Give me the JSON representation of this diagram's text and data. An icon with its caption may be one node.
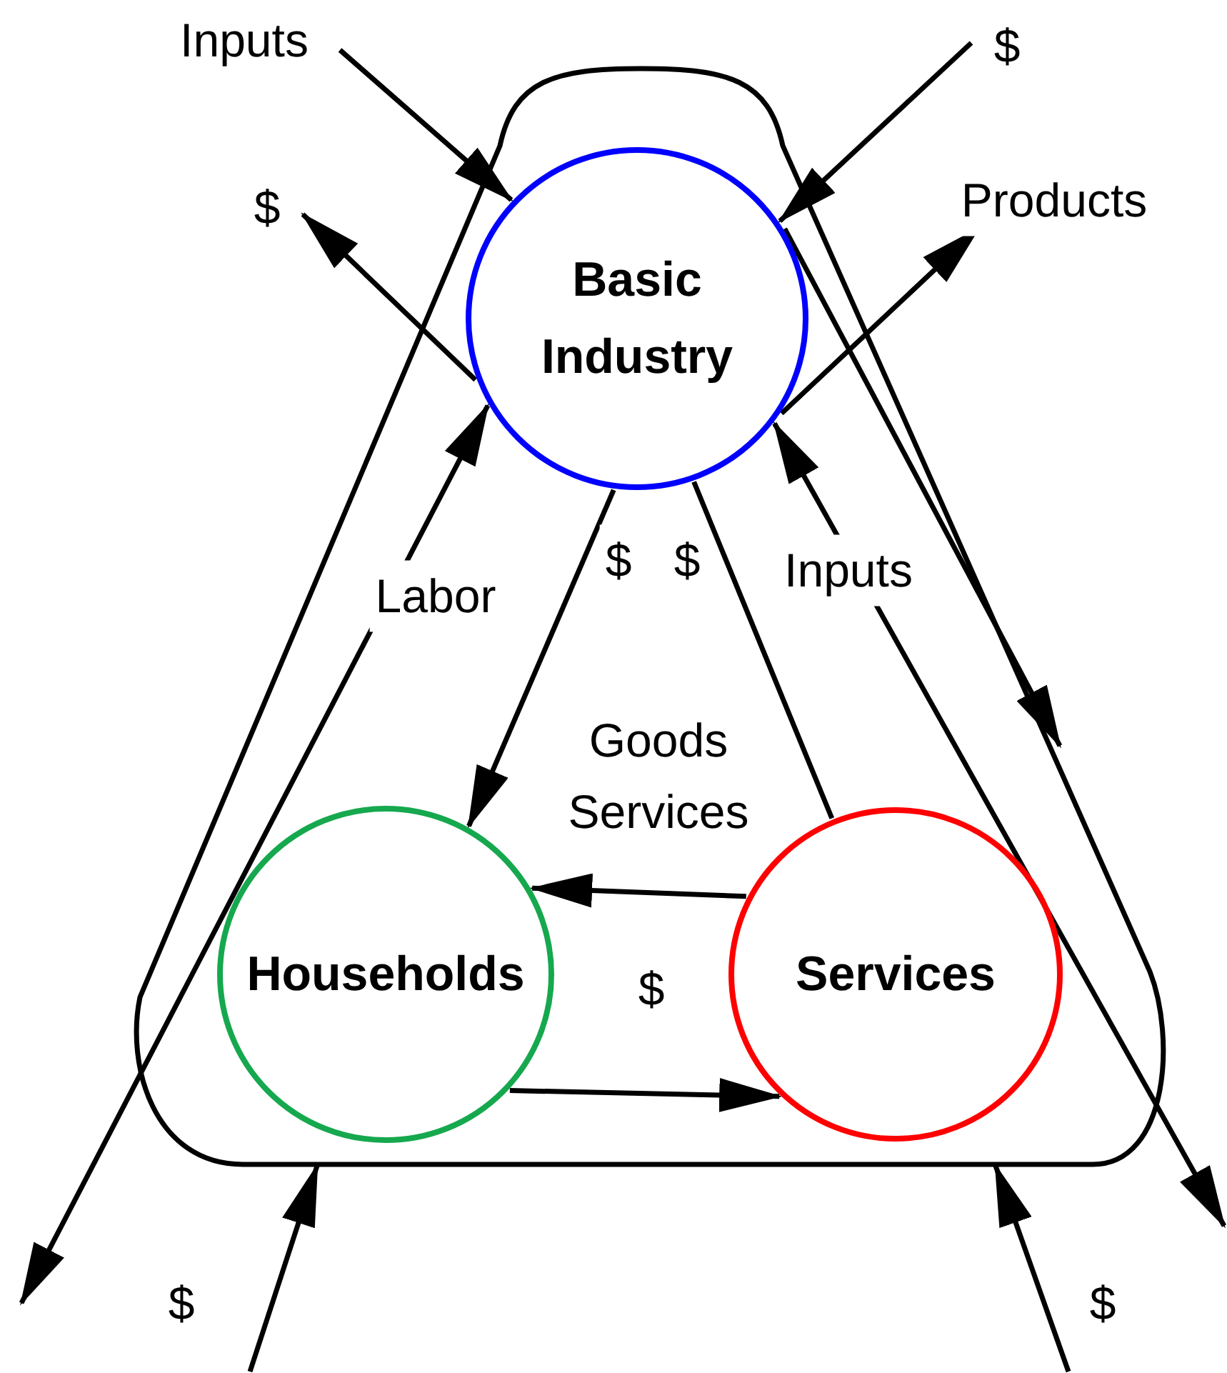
{
  "diagram": {
    "nodes": [
      {
        "text": [],
        "shape": "box"
      },
      {
        "text": [
          "Basic Industry"
        ],
        "in": 0
      },
      {
        "text": [
          "Households"
        ],
        "in": 0
      },
      {
        "text": [
          "Services"
        ],
        "in": 0
      }
    ],
    "edges": [
      {
        "from": null,
        "to": 1,
        "arrow": "to",
        "label": "Inputs"
      },
      {
        "from": null,
        "to": 1,
        "arrow": "to",
        "label": "$"
      },
      {
        "from": 1,
        "to": null,
        "arrow": "to",
        "label": "$"
      },
      {
        "from": 1,
        "to": null,
        "arrow": "to",
        "label": "Products"
      },
      {
        "from": 1,
        "to": 2,
        "arrow": "to",
        "label": "$"
      },
      {
        "from": 3,
        "to": 1,
        "arrow": "none",
        "label": "$"
      },
      {
        "from": 3,
        "to": 2,
        "arrow": "to",
        "label": "Goods Services"
      },
      {
        "from": 2,
        "to": 3,
        "arrow": "to",
        "label": "$"
      },
      {
        "from": 1,
        "to": null,
        "arrow": "both",
        "label": "Labor"
      },
      {
        "from": 1,
        "to": null,
        "arrow": "both",
        "label": "Inputs"
      },
      {
        "from": 1,
        "to": null,
        "arrow": "to"
      },
      {
        "from": null,
        "to": 0,
        "arrow": "to",
        "label": "$"
      },
      {
        "from": null,
        "to": 0,
        "arrow": "to",
        "label": "$"
      }
    ]
  }
}
